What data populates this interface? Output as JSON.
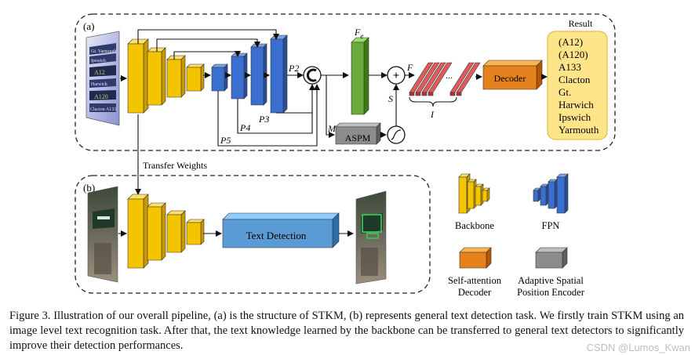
{
  "panels": {
    "a_label": "(a)",
    "b_label": "(b)"
  },
  "labels": {
    "transfer_weights": "Transfer Weights",
    "p2": "P2",
    "p3": "P3",
    "p4": "P4",
    "p5": "P5",
    "m": "M",
    "s": "S",
    "f": "F",
    "i": "I",
    "fe_main": "F",
    "fe_sub": "e",
    "concat_symbol": "C",
    "plus_symbol": "+",
    "dots": "..."
  },
  "boxes": {
    "decoder": "Decoder",
    "aspm": "ASPM",
    "text_detection": "Text Detection"
  },
  "result": {
    "title": "Result",
    "items": [
      "(A12)",
      "(A120)",
      "A133",
      "Clacton",
      "Gt.",
      "Harwich",
      "Ipswich",
      "Yarmouth"
    ]
  },
  "legend": {
    "backbone": "Backbone",
    "fpn": "FPN",
    "decoder_line1": "Self-attention",
    "decoder_line2": "Decoder",
    "encoder_line1": "Adaptive Spatial",
    "encoder_line2": "Position Encoder"
  },
  "input_image": {
    "lines": [
      "Gt. Yarmouth",
      "Ipswich",
      "A12",
      "Harwich",
      "A120",
      "Clacton A133"
    ]
  },
  "caption": {
    "line1": "Figure 3. Illustration of our overall pipeline, (a) is the structure of STKM, (b) represents general text detection task. We firstly train STKM",
    "line2": "using an image level text recognition task.  After that, the text knowledge learned by the backbone can be transferred to general text",
    "line3": "detectors to significantly improve their detection performances."
  },
  "watermark": "CSDN @Lumos_Kwan",
  "colors": {
    "backbone_front": "#f5c400",
    "backbone_top": "#ffe066",
    "backbone_side": "#c99a00",
    "fpn_front": "#3a6fd0",
    "fpn_top": "#7aa2ea",
    "fpn_side": "#274f9c",
    "fe_front": "#6aaa3a",
    "decoder_front": "#e6821e",
    "aspm_front": "#8c8c8c",
    "detect_front": "#5b9bd5",
    "seq_front": "#e05a5a",
    "result_bg": "#ffe58a"
  }
}
